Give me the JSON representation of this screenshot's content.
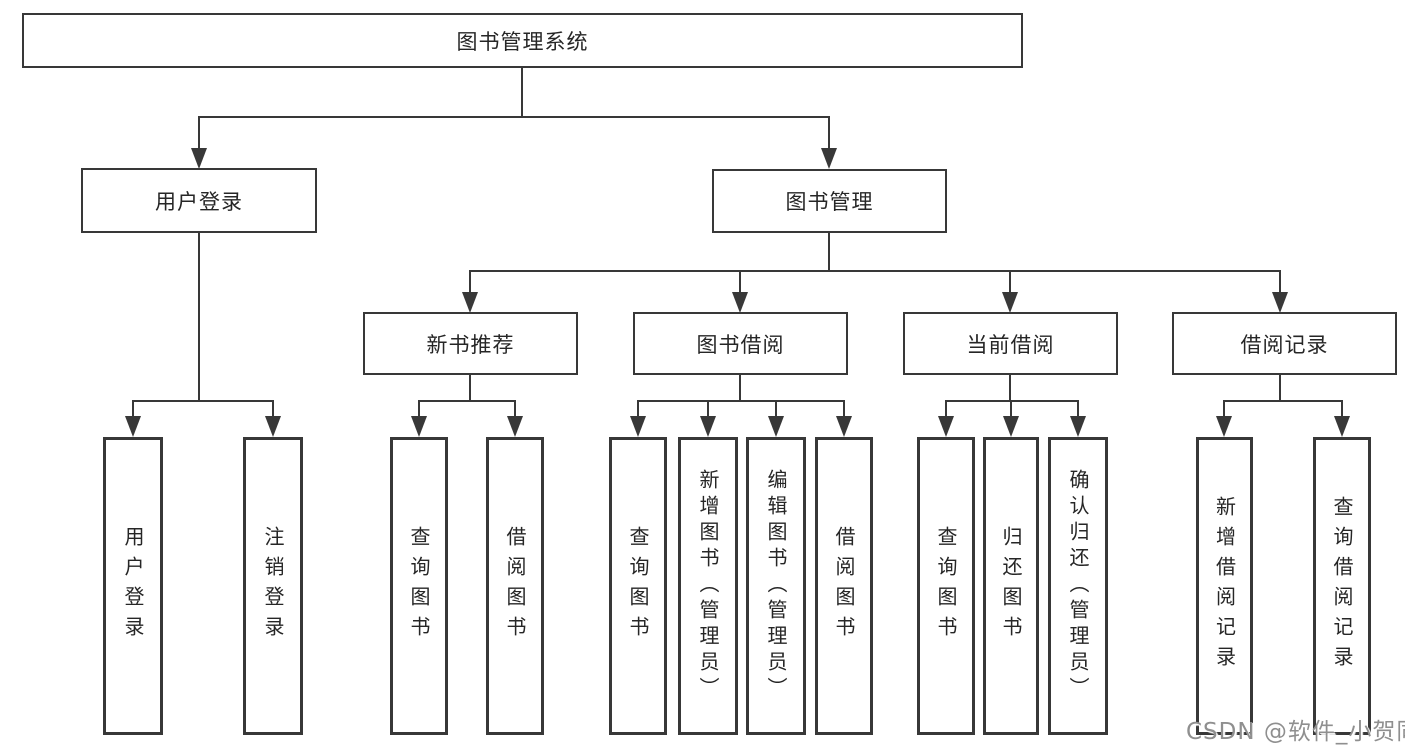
{
  "diagram": {
    "title_node": {
      "label": "图书管理系统"
    },
    "level1": [
      {
        "label": "用户登录"
      },
      {
        "label": "图书管理"
      }
    ],
    "level2": [
      {
        "label": "新书推荐"
      },
      {
        "label": "图书借阅"
      },
      {
        "label": "当前借阅"
      },
      {
        "label": "借阅记录"
      }
    ],
    "leaves": {
      "user_login_group": [
        {
          "label": "用户登录"
        },
        {
          "label": "注销登录"
        }
      ],
      "new_books_group": [
        {
          "label": "查询图书"
        },
        {
          "label": "借阅图书"
        }
      ],
      "book_borrow_group": [
        {
          "label": "查询图书"
        },
        {
          "label": "新增图书（管理员）"
        },
        {
          "label": "编辑图书（管理员）"
        },
        {
          "label": "借阅图书"
        }
      ],
      "current_borrow_group": [
        {
          "label": "查询图书"
        },
        {
          "label": "归还图书"
        },
        {
          "label": "确认归还（管理员）"
        }
      ],
      "borrow_records_group": [
        {
          "label": "新增借阅记录"
        },
        {
          "label": "查询借阅记录"
        }
      ]
    }
  },
  "watermark": {
    "text": "CSDN @软件_小贺同学"
  },
  "colors": {
    "line": "#383838",
    "text": "#262626",
    "watermark": "#8f8f8f",
    "background": "#ffffff"
  }
}
